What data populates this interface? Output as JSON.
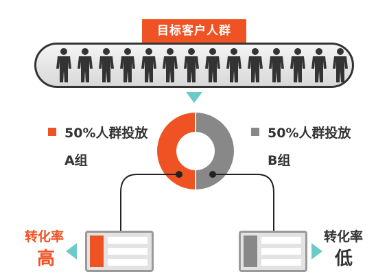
{
  "title": "目标客户人群",
  "crowd_count": 14,
  "group_a": {
    "percent_text": "50%人群投放",
    "name": "A组",
    "color": "#ef5323"
  },
  "group_b": {
    "percent_text": "50%人群投放",
    "name": "B组",
    "color": "#888888"
  },
  "donut": {
    "slices": [
      {
        "label": "A组",
        "fraction": 0.5,
        "color": "#ef5323"
      },
      {
        "label": "B组",
        "fraction": 0.5,
        "color": "#888888"
      }
    ]
  },
  "result_a": {
    "label": "转化率",
    "value": "高",
    "color": "#ef5323"
  },
  "result_b": {
    "label": "转化率",
    "value": "低",
    "color": "#333333"
  },
  "accent_teal": "#6ccbc9"
}
